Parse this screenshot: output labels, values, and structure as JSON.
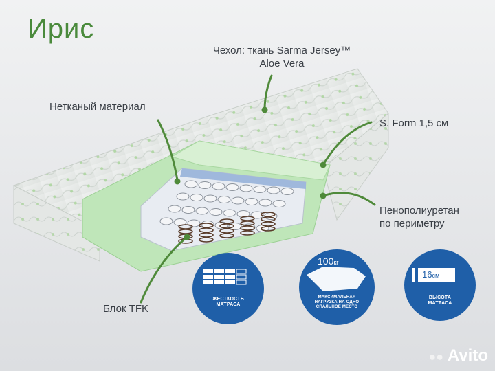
{
  "title": "Ирис",
  "callouts": {
    "cover_line1": "Чехол: ткань Sarma Jersey™",
    "cover_line2": "Aloe Vera",
    "nonwoven": "Нетканый материал",
    "sform": "S. Form 1,5 см",
    "foam_line1": "Пенополиуретан",
    "foam_line2": "по периметру",
    "block": "Блок TFK"
  },
  "badges": [
    {
      "icon": "firmness-grid-icon",
      "caption": "ЖЕСТКОСТЬ МАТРАСА"
    },
    {
      "icon": "load-mattress-icon",
      "value": "100",
      "unit": "кг",
      "caption": "МАКСИМАЛЬНАЯ НАГРУЗКА НА ОДНО СПАЛЬНОЕ МЕСТО"
    },
    {
      "icon": "height-mattress-icon",
      "value": "16",
      "unit": "см",
      "caption": "ВЫСОТА МАТРАСА"
    }
  ],
  "watermark": "Avito",
  "colors": {
    "accent": "#4a8a3c",
    "badge": "#1f5fa8",
    "foam": "#b9e3b4",
    "leader": "#4f8a3a"
  }
}
